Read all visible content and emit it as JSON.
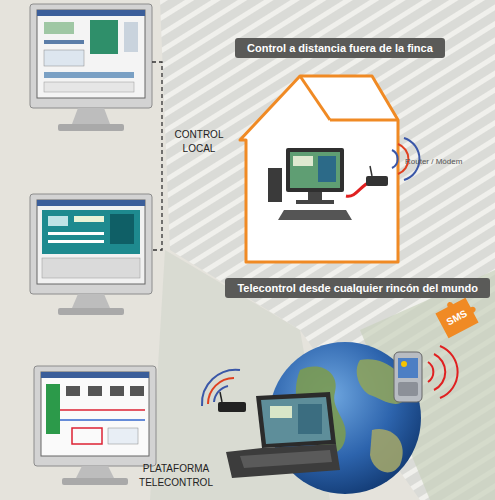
{
  "diagram": {
    "nodes": [
      {
        "text": [
          "Control a distancia fuera de la finca"
        ]
      },
      {
        "text": [
          "Telecontrol desde cualquier rincón del mundo"
        ]
      },
      {
        "text": [
          "SMS"
        ]
      }
    ],
    "labels": [
      "CONTROL LOCAL",
      "Router / Módem",
      "PLATAFORMA TELECONTROL"
    ]
  }
}
